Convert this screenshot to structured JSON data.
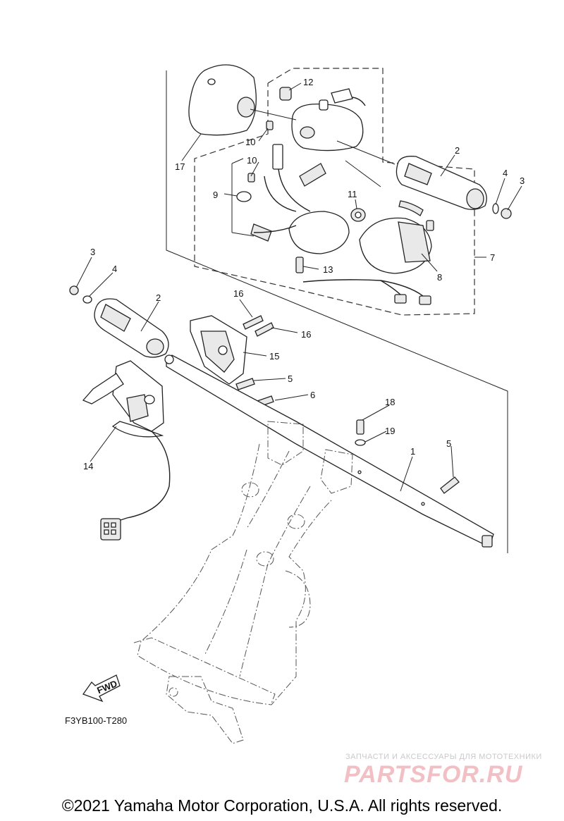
{
  "diagram": {
    "callouts": {
      "c1": "1",
      "c2a": "2",
      "c2b": "2",
      "c3a": "3",
      "c3b": "3",
      "c4a": "4",
      "c4b": "4",
      "c5a": "5",
      "c5b": "5",
      "c6": "6",
      "c7": "7",
      "c8": "8",
      "c9": "9",
      "c10a": "10",
      "c10b": "10",
      "c11": "11",
      "c12": "12",
      "c13": "13",
      "c14": "14",
      "c15": "15",
      "c16a": "16",
      "c16b": "16",
      "c17": "17",
      "c18": "18",
      "c19": "19"
    },
    "drawing_code": "F3YB100-T280",
    "fwd_label": "FWD"
  },
  "watermark": {
    "tagline": "ЗАПЧАСТИ И АКСЕССУАРЫ ДЛЯ МОТОТЕХНИКИ",
    "logo": "PARTSFOR.RU"
  },
  "footer": {
    "copyright": "©2021 Yamaha Motor Corporation, U.S.A. All rights reserved."
  }
}
